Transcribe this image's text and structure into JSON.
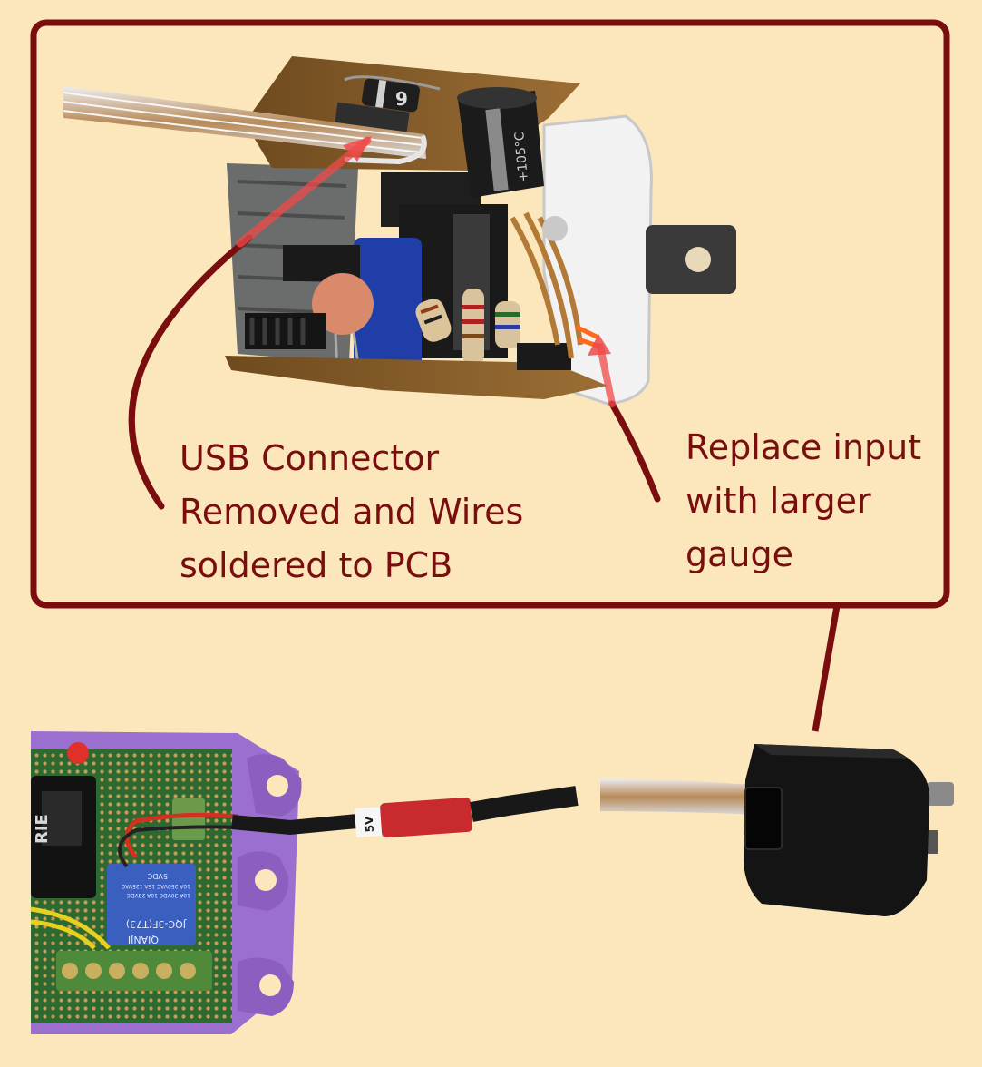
{
  "callouts": {
    "usb_connector": "USB Connector\nRemoved and Wires\nsoldered to PCB",
    "replace_input": "Replace input\nwith larger\ngauge"
  },
  "photo_markings": {
    "capacitor_rating": "+105°C",
    "diode_marking": "9",
    "cable_tag": "5V",
    "relay_brand": "QIANJI",
    "relay_model": "JQC-3F(T73)",
    "relay_coil": "5VDC",
    "relay_rating_1": "10A 250VAC 15A 125VAC",
    "relay_rating_2": "10A 30VDC 10A 28VDC",
    "module_marking": "RIE"
  },
  "colors": {
    "background": "#fbe7bb",
    "frame": "#7a0e0e",
    "arrow_tip": "#f04a4a",
    "enclosure": "#9b6fcf",
    "pcb": "#2d6a31"
  }
}
